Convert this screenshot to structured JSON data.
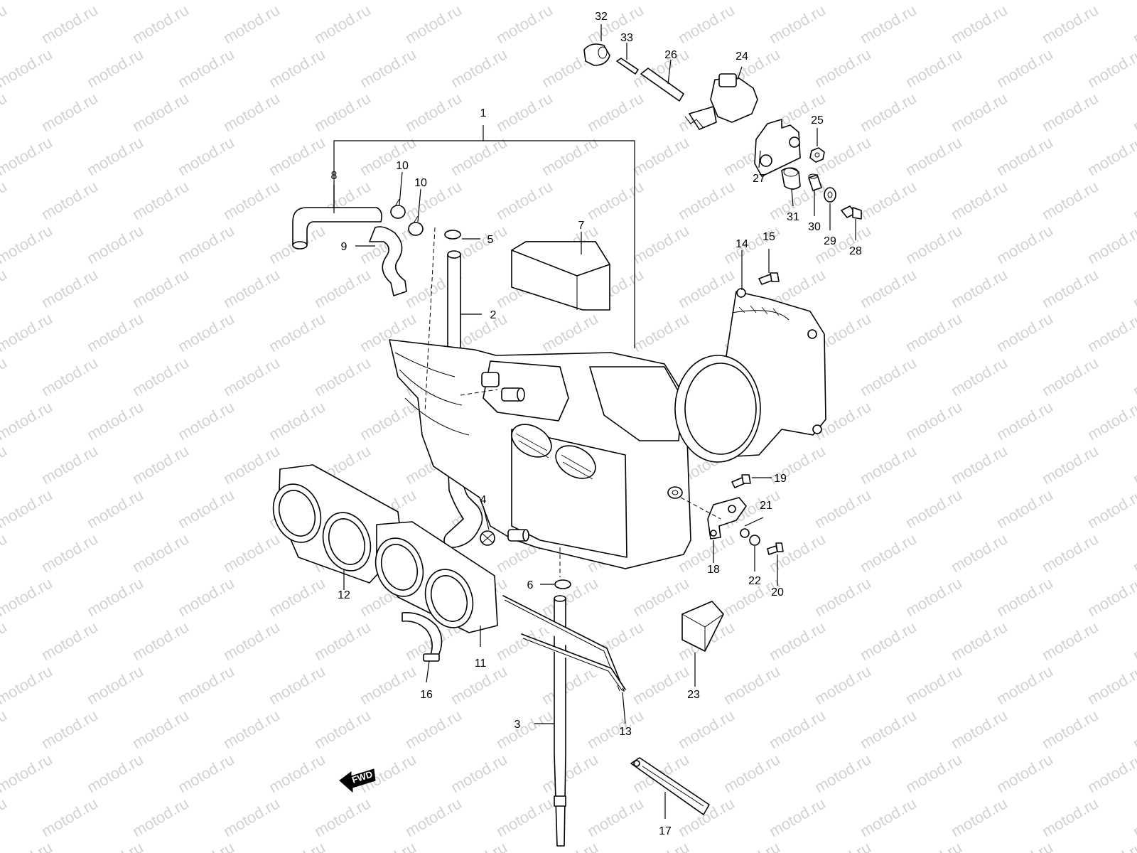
{
  "watermark": "motod.ru",
  "fwd_label": "FWD",
  "callouts": [
    {
      "id": "c1",
      "num": "1"
    },
    {
      "id": "c2",
      "num": "2"
    },
    {
      "id": "c3",
      "num": "3"
    },
    {
      "id": "c4",
      "num": "4"
    },
    {
      "id": "c5",
      "num": "5"
    },
    {
      "id": "c6",
      "num": "6"
    },
    {
      "id": "c7",
      "num": "7"
    },
    {
      "id": "c8",
      "num": "8"
    },
    {
      "id": "c9",
      "num": "9"
    },
    {
      "id": "c10a",
      "num": "10"
    },
    {
      "id": "c10b",
      "num": "10"
    },
    {
      "id": "c11",
      "num": "11"
    },
    {
      "id": "c12",
      "num": "12"
    },
    {
      "id": "c13",
      "num": "13"
    },
    {
      "id": "c14",
      "num": "14"
    },
    {
      "id": "c15",
      "num": "15"
    },
    {
      "id": "c16",
      "num": "16"
    },
    {
      "id": "c17",
      "num": "17"
    },
    {
      "id": "c18",
      "num": "18"
    },
    {
      "id": "c19",
      "num": "19"
    },
    {
      "id": "c20",
      "num": "20"
    },
    {
      "id": "c21",
      "num": "21"
    },
    {
      "id": "c22",
      "num": "22"
    },
    {
      "id": "c23",
      "num": "23"
    },
    {
      "id": "c24",
      "num": "24"
    },
    {
      "id": "c25",
      "num": "25"
    },
    {
      "id": "c26",
      "num": "26"
    },
    {
      "id": "c27",
      "num": "27"
    },
    {
      "id": "c28",
      "num": "28"
    },
    {
      "id": "c29",
      "num": "29"
    },
    {
      "id": "c30",
      "num": "30"
    },
    {
      "id": "c31",
      "num": "31"
    },
    {
      "id": "c32",
      "num": "32"
    },
    {
      "id": "c33",
      "num": "33"
    }
  ]
}
